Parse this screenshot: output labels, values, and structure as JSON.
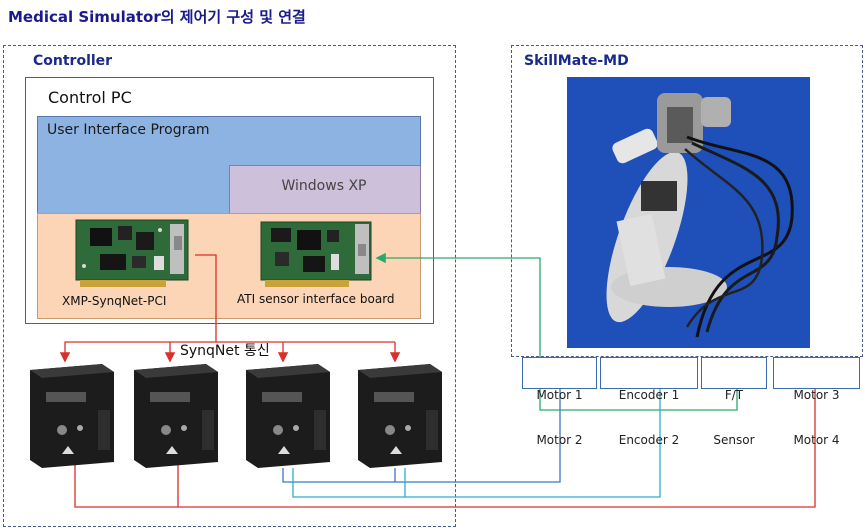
{
  "title": "Medical Simulator의 제어기 구성 및 연결",
  "controller": {
    "label": "Controller",
    "control_pc": {
      "label": "Control PC",
      "ui_program": "User Interface  Program",
      "os": "Windows XP",
      "boards": [
        {
          "name": "XMP-SynqNet-PCI"
        },
        {
          "name": "ATI sensor interface board"
        }
      ]
    },
    "network_label": "SynqNet 통신",
    "drivers_count_label": ""
  },
  "skillmate": {
    "label": "SkillMate-MD",
    "terminals": [
      {
        "line1": "Motor 1",
        "line2": "Motor 2"
      },
      {
        "line1": "Encoder 1",
        "line2": "Encoder 2"
      },
      {
        "line1": "F/T",
        "line2": "Sensor"
      },
      {
        "line1": "Motor 3",
        "line2": "Motor 4"
      }
    ]
  },
  "colors": {
    "title": "#1a1a8c",
    "ui_program_bg": "#8db3e2",
    "windows_xp_bg": "#ccc0da",
    "board_area_bg": "#fbd5b5",
    "red_wire": "#d9302a",
    "green_wire": "#2aaa6a",
    "blue_wire": "#3a7ac0",
    "cyan_wire": "#2ab0c8"
  },
  "icons": {
    "pci_card": "pci-card-icon",
    "servo_drive": "servo-drive-icon",
    "robot": "haptic-robot-photo"
  }
}
